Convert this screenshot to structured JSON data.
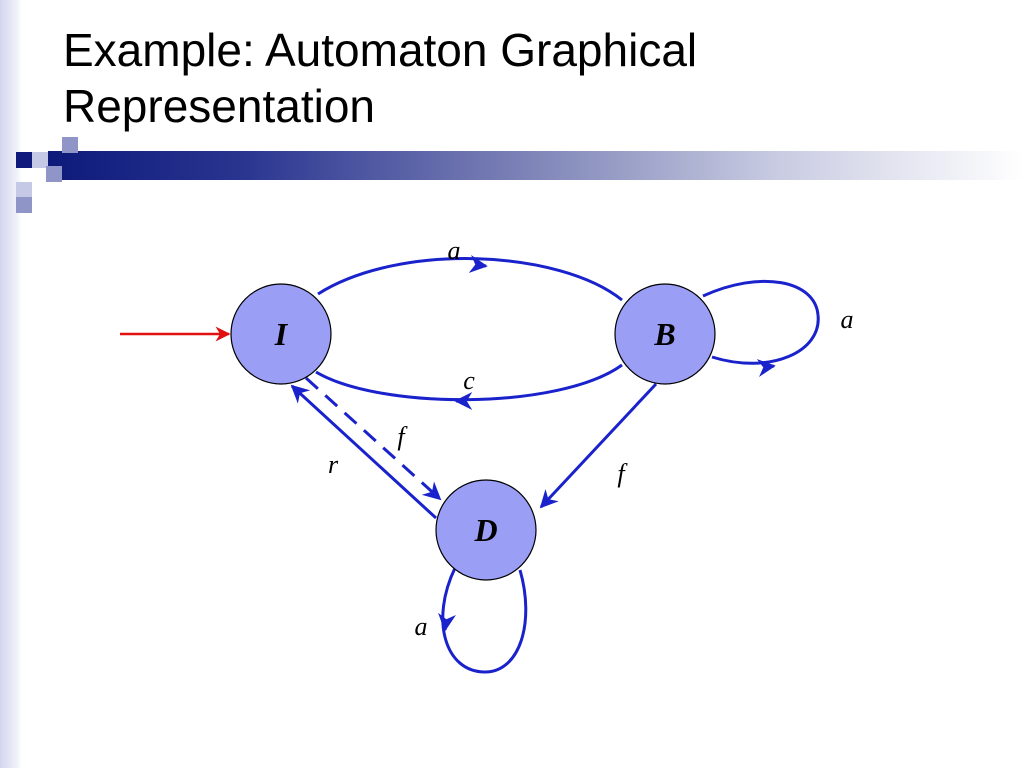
{
  "slide": {
    "title_line1": "Example: Automaton Graphical",
    "title_line2": "Representation"
  },
  "colors": {
    "state_fill": "#9b9ef5",
    "edge": "#1a22cc",
    "initial_arrow": "#e01010",
    "accent_dark": "#0f1a7c"
  },
  "automaton": {
    "states": [
      {
        "id": "I",
        "label": "I",
        "initial": true
      },
      {
        "id": "B",
        "label": "B",
        "initial": false
      },
      {
        "id": "D",
        "label": "D",
        "initial": false
      }
    ],
    "transitions": [
      {
        "from": "I",
        "to": "B",
        "label": "a",
        "style": "solid"
      },
      {
        "from": "B",
        "to": "I",
        "label": "c",
        "style": "solid"
      },
      {
        "from": "B",
        "to": "B",
        "label": "a",
        "style": "solid"
      },
      {
        "from": "I",
        "to": "D",
        "label": "f",
        "style": "dashed"
      },
      {
        "from": "D",
        "to": "I",
        "label": "r",
        "style": "solid"
      },
      {
        "from": "B",
        "to": "D",
        "label": "f",
        "style": "solid"
      },
      {
        "from": "D",
        "to": "D",
        "label": "a",
        "style": "solid"
      }
    ]
  }
}
